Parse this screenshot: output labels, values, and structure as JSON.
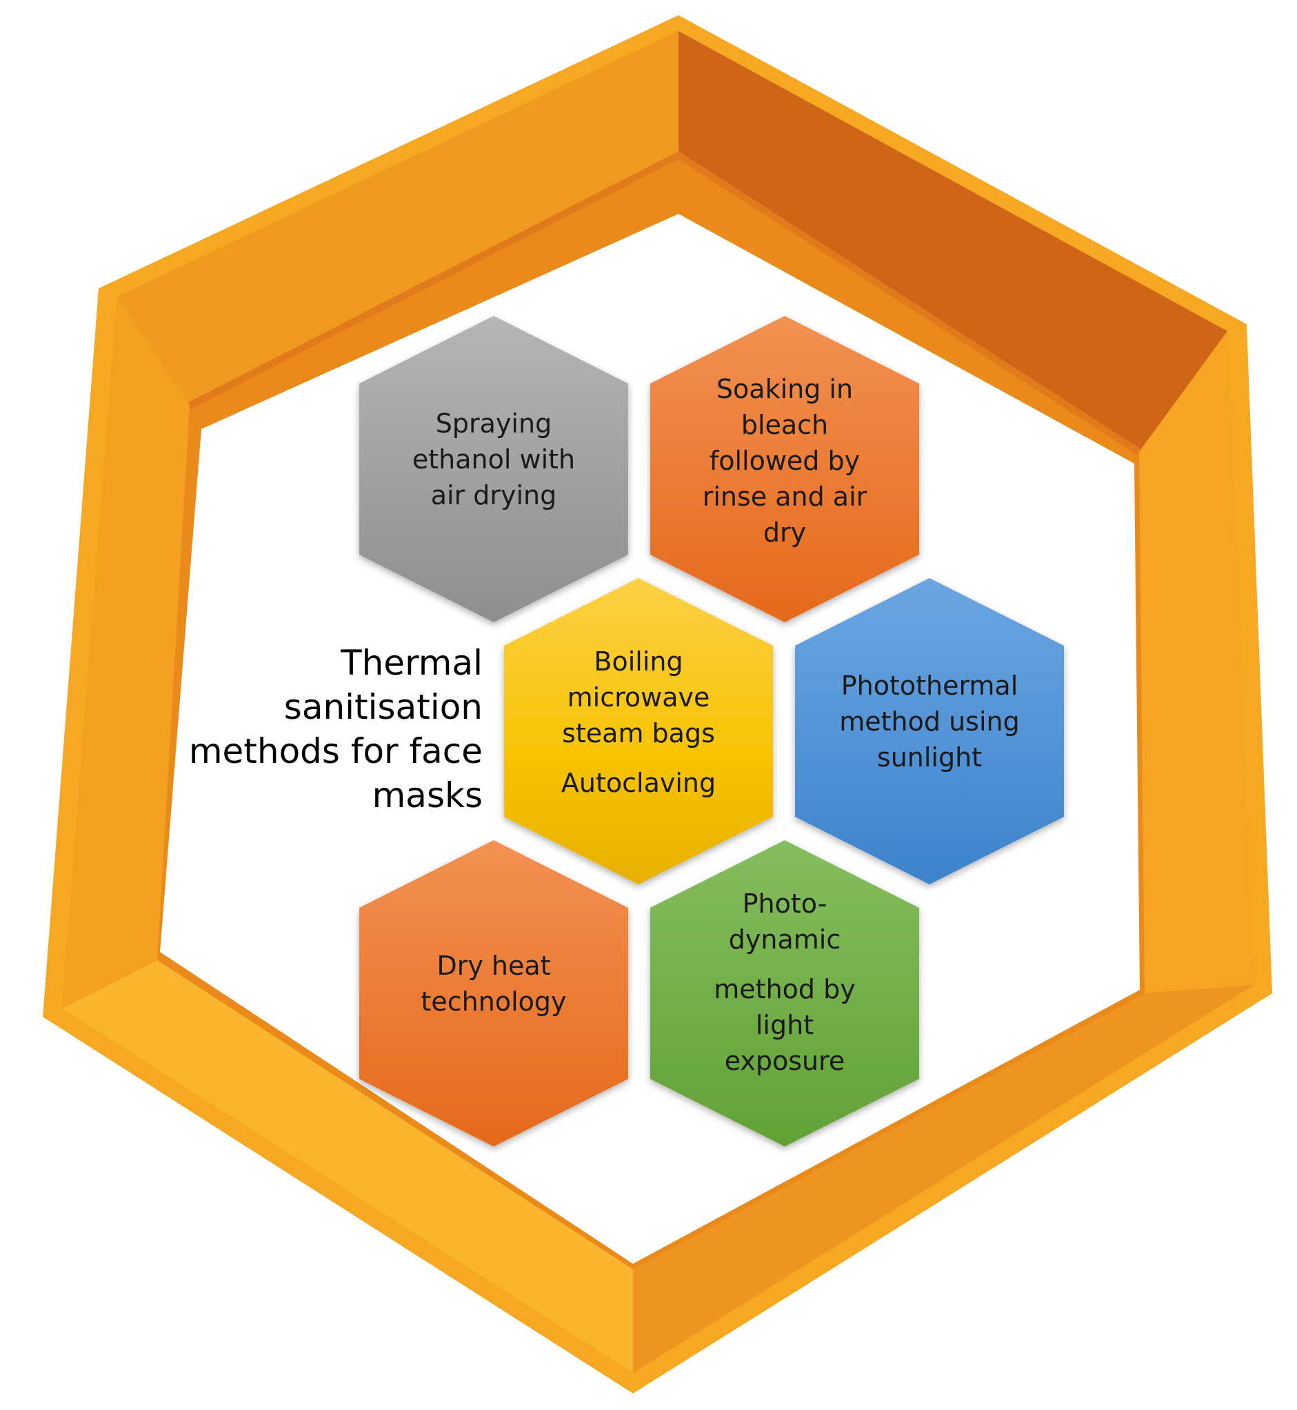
{
  "title": {
    "lines": [
      "Thermal",
      "sanitisation",
      "methods for face",
      "masks"
    ]
  },
  "colors": {
    "frame_light": "#f7a823",
    "frame_mid": "#ea8a1a",
    "frame_dark": "#cf6516",
    "gray": "#a0a0a0",
    "orange": "#ee7a2c",
    "yellow": "#f9c500",
    "blue": "#4d91d6",
    "green": "#72ad45"
  },
  "hexagons": [
    {
      "id": "spraying-ethanol",
      "color": "gray",
      "lines": [
        "Spraying",
        "ethanol with",
        "air drying"
      ]
    },
    {
      "id": "soaking-bleach",
      "color": "orange",
      "lines": [
        "Soaking in",
        "bleach",
        "followed by",
        "rinse and air",
        "dry"
      ]
    },
    {
      "id": "boiling",
      "color": "yellow",
      "lines": [
        "Boiling",
        "microwave",
        "steam bags",
        "Autoclaving"
      ]
    },
    {
      "id": "photothermal",
      "color": "blue",
      "lines": [
        "Photothermal",
        "method using",
        "sunlight"
      ]
    },
    {
      "id": "dry-heat",
      "color": "orange",
      "lines": [
        "Dry heat",
        "technology"
      ]
    },
    {
      "id": "photodynamic",
      "color": "green",
      "lines": [
        "Photo-",
        "dynamic",
        "method by",
        "light",
        "exposure"
      ]
    }
  ]
}
